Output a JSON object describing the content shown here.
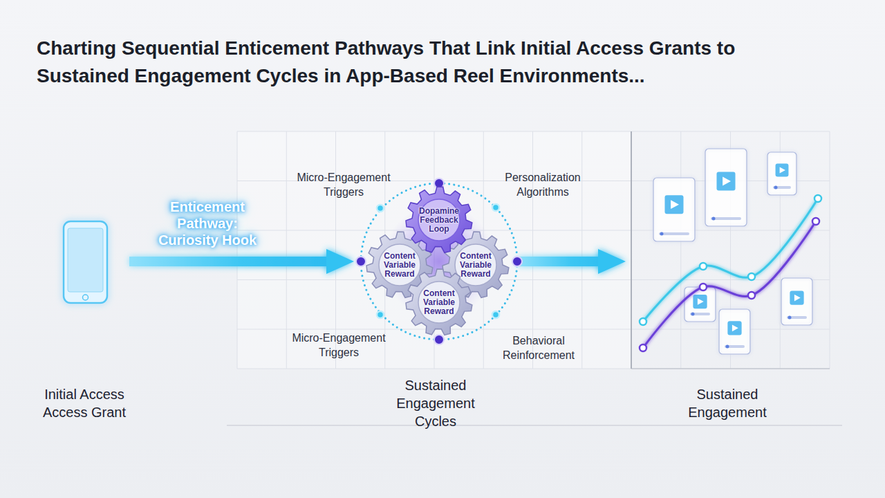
{
  "diagram": {
    "title": "Charting Sequential Enticement Pathways That Link Initial Access Grants to Sustained Engagement Cycles in App-Based Reel Environments...",
    "nodes": [
      {
        "text": [
          "Initial Access Access Grant"
        ]
      },
      {
        "text": [
          "Sustained Engagement Cycles"
        ]
      },
      {
        "text": [
          "Dopamine Feedback Loop"
        ],
        "in": 1
      },
      {
        "text": [
          "Content Variable Reward"
        ],
        "in": 1
      },
      {
        "text": [
          "Content Variable Reward"
        ],
        "in": 1
      },
      {
        "text": [
          "Content Variable Reward"
        ],
        "in": 1
      },
      {
        "text": [
          "Sustained Engagement"
        ]
      }
    ],
    "edges": [
      {
        "from": 0,
        "to": 1,
        "arrow": "to",
        "label": "Enticement Pathway: Curiosity Hook"
      },
      {
        "from": 1,
        "to": 6,
        "arrow": "to"
      }
    ],
    "labels": [
      "Micro-Engagement Triggers",
      "Personalization Algorithms",
      "Micro-Engagement Triggers",
      "Behavioral Reinforcement"
    ]
  }
}
